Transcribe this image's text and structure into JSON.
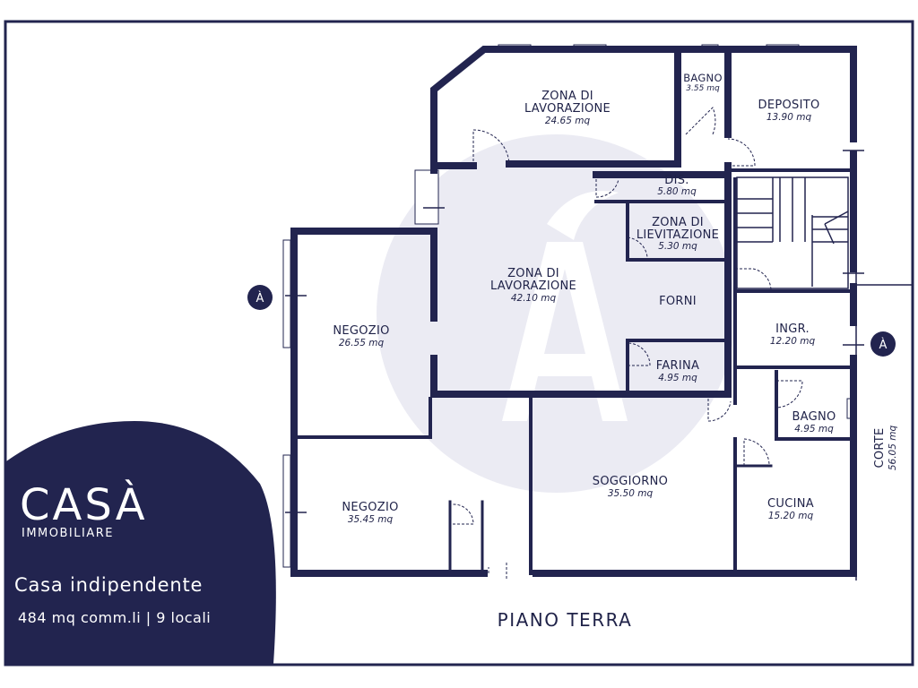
{
  "colors": {
    "wall": "#22244f",
    "brand": "#22244f",
    "watermark": "#ebebf3",
    "background": "#ffffff",
    "text_on_brand": "#ffffff"
  },
  "rooms": [
    {
      "id": "zona-lavorazione-1",
      "name_line1": "ZONA DI",
      "name_line2": "LAVORAZIONE",
      "area": "24.65 mq"
    },
    {
      "id": "bagno-1",
      "name_line1": "BAGNO",
      "area": "3.55 mq"
    },
    {
      "id": "deposito",
      "name_line1": "DEPOSITO",
      "area": "13.90 mq"
    },
    {
      "id": "dis",
      "name_line1": "DIS.",
      "area": "5.80 mq"
    },
    {
      "id": "zona-lievitazione",
      "name_line1": "ZONA DI",
      "name_line2": "LIEVITAZIONE",
      "area": "5.30 mq"
    },
    {
      "id": "zona-lavorazione-2",
      "name_line1": "ZONA DI",
      "name_line2": "LAVORAZIONE",
      "area": "42.10 mq"
    },
    {
      "id": "forni",
      "name_line1": "FORNI"
    },
    {
      "id": "negozio-1",
      "name_line1": "NEGOZIO",
      "area": "26.55 mq"
    },
    {
      "id": "ingr",
      "name_line1": "INGR.",
      "area": "12.20 mq"
    },
    {
      "id": "farina",
      "name_line1": "FARINA",
      "area": "4.95 mq"
    },
    {
      "id": "bagno-2",
      "name_line1": "BAGNO",
      "area": "4.95 mq"
    },
    {
      "id": "soggiorno",
      "name_line1": "SOGGIORNO",
      "area": "35.50 mq"
    },
    {
      "id": "negozio-2",
      "name_line1": "NEGOZIO",
      "area": "35.45 mq"
    },
    {
      "id": "cucina",
      "name_line1": "CUCINA",
      "area": "15.20 mq"
    },
    {
      "id": "corte",
      "name_line1": "CORTE",
      "area": "56.05 mq"
    }
  ],
  "floor_label": "PIANO TERRA",
  "section_marker": "À",
  "brand": {
    "logo_main": "CASÀ",
    "logo_sub": "IMMOBILIARE",
    "property_type": "Casa indipendente",
    "details": "484 mq comm.li | 9 locali"
  }
}
